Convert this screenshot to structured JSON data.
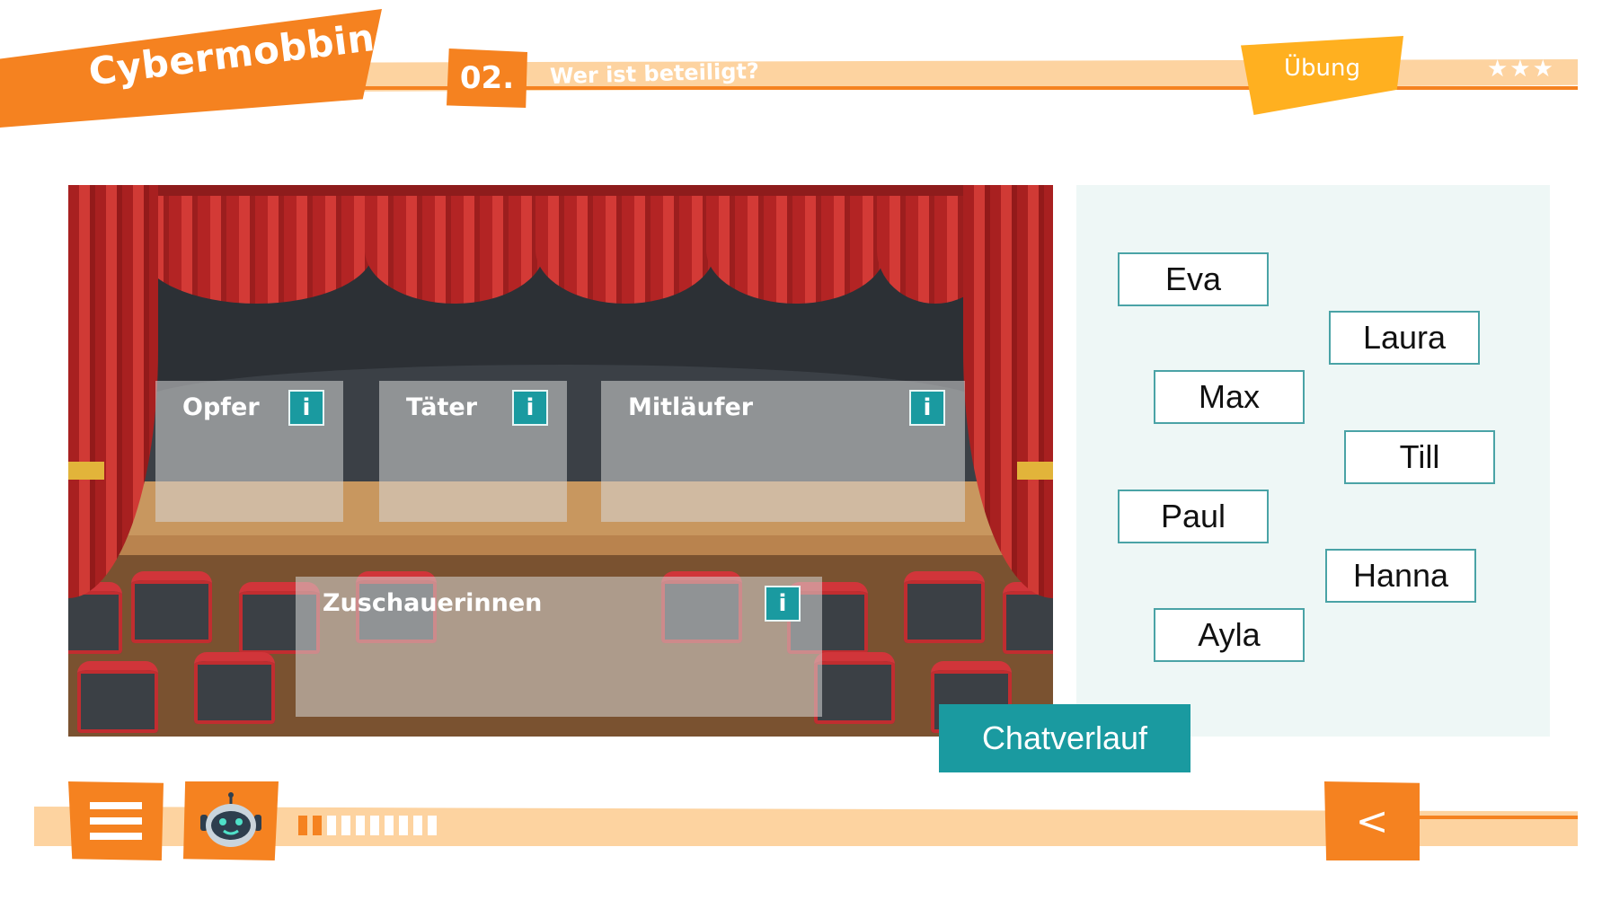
{
  "header": {
    "title": "Cybermobbing",
    "chapter_number": "02.",
    "subtitle": "Wer ist beteiligt?",
    "tag": "Übung",
    "stars": "★★★"
  },
  "stage": {
    "zones": [
      {
        "label": "Opfer",
        "info": "i"
      },
      {
        "label": "Täter",
        "info": "i"
      },
      {
        "label": "Mitläufer",
        "info": "i"
      },
      {
        "label": "Zuschauerinnen",
        "info": "i"
      }
    ]
  },
  "names": [
    "Eva",
    "Laura",
    "Max",
    "Till",
    "Paul",
    "Hanna",
    "Ayla"
  ],
  "chat_button": "Chatverlauf",
  "footer": {
    "back_symbol": "<",
    "progress": {
      "completed": 2,
      "total": 10
    }
  },
  "colors": {
    "brand_orange": "#f58220",
    "band_orange": "#fdd3a0",
    "tag_yellow": "#ffb020",
    "teal": "#1a9aa0",
    "curtain_red": "#c0282a"
  }
}
